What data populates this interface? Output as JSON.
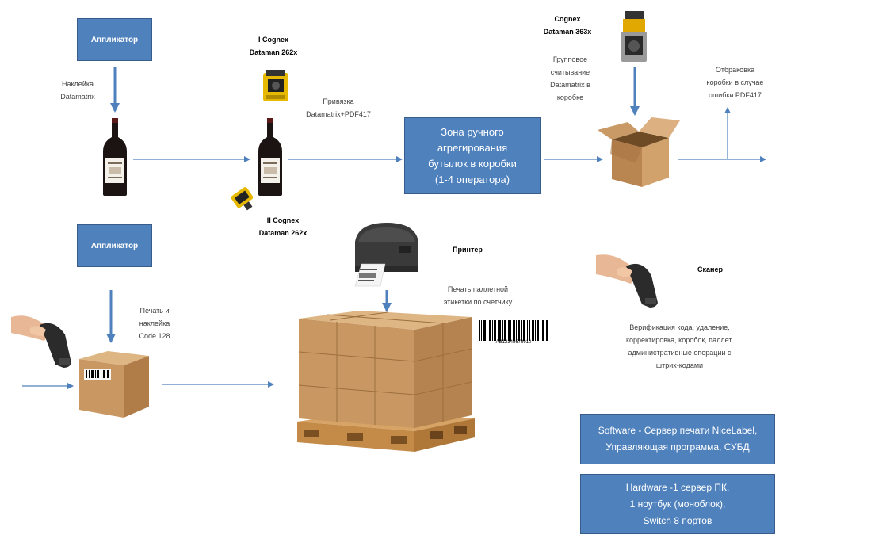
{
  "boxes": {
    "applicator_top": "Аппликатор",
    "applicator_bottom": "Аппликатор",
    "manual_zone": [
      "Зона ручного",
      "агрегирования",
      "бутылок в коробки",
      "(1-4 оператора)"
    ],
    "software": [
      "Software - Сервер печати NiceLabel,",
      "Управляющая программа, СУБД"
    ],
    "hardware": [
      "Hardware -1 сервер ПК,",
      "1 ноутбук (моноблок),",
      "Switch 8 портов"
    ]
  },
  "labels": {
    "sticker_dm": [
      "Наклейка",
      "Datamatrix"
    ],
    "cognex1": [
      "I Cognex",
      "Dataman 262x"
    ],
    "cognex2": [
      "II Cognex",
      "Dataman 262x"
    ],
    "binding": [
      "Привязка",
      "Datamatrix+PDF417"
    ],
    "cognex363": [
      "Cognex",
      "Dataman 363x"
    ],
    "group_read": [
      "Групповое",
      "считывание",
      "Datamatrix в",
      "коробке"
    ],
    "reject": [
      "Отбраковка",
      "коробки в случае",
      "ошибки PDF417"
    ],
    "printer": "Принтер",
    "pallet_print": [
      "Печать паллетной",
      "этикетки по счетчику"
    ],
    "scanner": "Сканер",
    "verify": [
      "Верификация кода, удаление,",
      "корректировка, коробок, паллет,",
      "административные операции с",
      "штрих-кодами"
    ],
    "print_code128": [
      "Печать и",
      "наклейка",
      "Code 128"
    ],
    "barcode_number": "AB12345678910"
  },
  "icons": [
    "wine-bottle-icon",
    "barcode-reader-icon",
    "box-icon",
    "printer-icon",
    "pallet-icon",
    "handheld-scanner-icon",
    "barcode-icon"
  ],
  "colors": {
    "box_fill": "#4f81bd",
    "box_border": "#385d8a",
    "arrow": "#4f81bd",
    "cardboard": "#c99a66"
  }
}
